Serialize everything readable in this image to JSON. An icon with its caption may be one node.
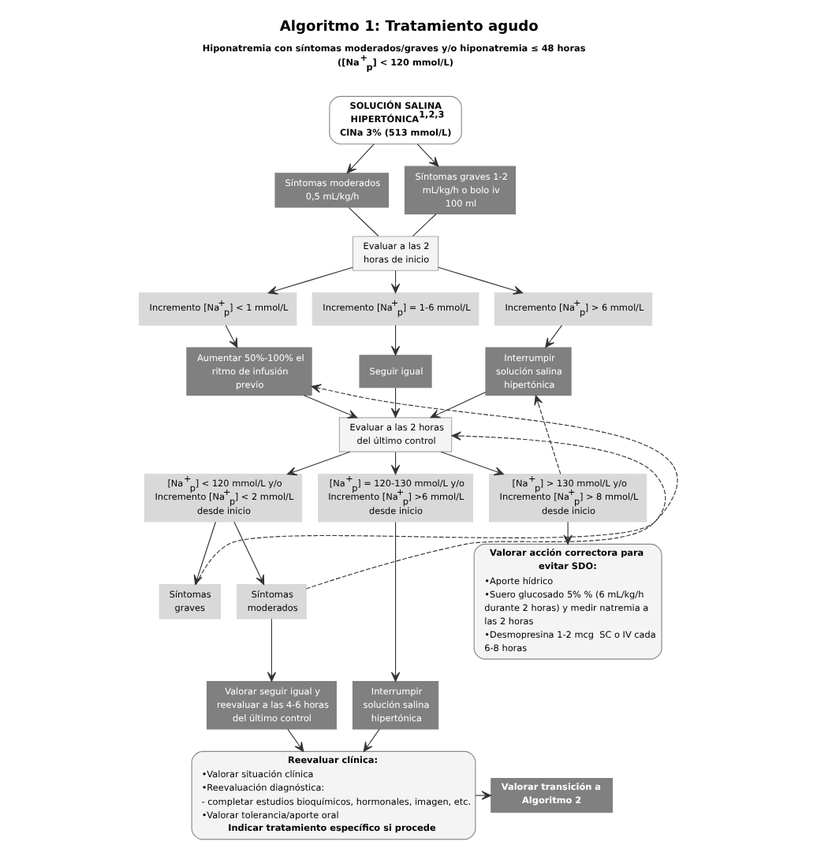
{
  "diagram": {
    "title": "Algoritmo 1: Tratamiento agudo",
    "nodes": [
      {
        "text": [
          "SOLUCIÓN SALINA HIPERTÓNICA$^{1,2,3}$ ClNa 3% (513 mmol/L)"
        ]
      },
      {
        "text": [
          "Síntomas moderados 0,5 mL/kg/h"
        ]
      },
      {
        "text": [
          "Síntomas graves 1-2 mL/kg/h o bolo iv 100 ml"
        ]
      },
      {
        "text": [
          "Evaluar a las 2 horas de inicio"
        ]
      },
      {
        "text": [
          "Incremento [Na$^{+}$$_{p}$] < 1 mmol/L"
        ]
      },
      {
        "text": [
          "Incremento [Na$^{+}$$_{p}$] = 1-6 mmol/L"
        ]
      },
      {
        "text": [
          "Incremento [Na$^{+}$$_{p}$] > 6 mmol/L"
        ]
      },
      {
        "text": [
          "Aumentar 50%-100% el ritmo de infusión previo"
        ]
      },
      {
        "text": [
          "Seguir igual"
        ]
      },
      {
        "text": [
          "Interrumpir solución salina hipertónica"
        ]
      },
      {
        "text": [
          "Evaluar a las 2 horas del último control"
        ]
      },
      {
        "text": [
          "[Na$^{+}$$_{p}$] < 120 mmol/L y/o Incremento [Na$^{+}$$_{p}$] < 2 mmol/L desde inicio"
        ]
      },
      {
        "text": [
          "[Na$^{+}$$_{p}$] = 120-130 mmol/L y/o Incremento [Na$^{+}$$_{p}$] >6 mmol/L desde inicio"
        ]
      },
      {
        "text": [
          "[Na$^{+}$$_{p}$] > 130 mmol/L y/o Incremento [Na$^{+}$$_{p}$] > 8 mmol/L desde inicio"
        ]
      },
      {
        "text": [
          "Síntomas graves"
        ]
      },
      {
        "text": [
          "Síntomas moderados"
        ]
      },
      {
        "text": [
          "Valorar acción correctora para evitar SDO:",
          "•Aporte hídrico",
          "•Suero glucosado 5% % (6 mL/kg/h durante 2 horas) y medir natremia a las 2 horas",
          "•Desmopresina 1-2 mcg  SC o IV cada 6-8 horas"
        ]
      },
      {
        "text": [
          "Valorar seguir igual y reevaluar a las 4-6 horas del último control"
        ]
      },
      {
        "text": [
          "Interrumpir solución salina hipertónica"
        ]
      },
      {
        "text": [
          "Reevaluar clínica:",
          "•Valorar situación clínica",
          "•Reevaluación diagnóstica:",
          "- completar estudios bioquímicos, hormonales, imagen, etc.",
          "•Valorar tolerancia/aporte oral",
          "Indicar tratamiento específico si procede"
        ]
      },
      {
        "text": [
          "Valorar transición a Algoritmo 2"
        ]
      }
    ],
    "edges": [
      {
        "from": 0,
        "to": 1,
        "arrow": "to"
      },
      {
        "from": 0,
        "to": 2,
        "arrow": "to"
      },
      {
        "from": 1,
        "to": 3,
        "arrow": "none"
      },
      {
        "from": 2,
        "to": 3,
        "arrow": "none"
      },
      {
        "from": 3,
        "to": 4,
        "arrow": "to"
      },
      {
        "from": 3,
        "to": 5,
        "arrow": "to"
      },
      {
        "from": 3,
        "to": 6,
        "arrow": "to"
      },
      {
        "from": 4,
        "to": 7,
        "arrow": "to"
      },
      {
        "from": 5,
        "to": 8,
        "arrow": "to"
      },
      {
        "from": 6,
        "to": 9,
        "arrow": "to"
      },
      {
        "from": 7,
        "to": 10,
        "arrow": "to"
      },
      {
        "from": 8,
        "to": 10,
        "arrow": "to"
      },
      {
        "from": 9,
        "to": 10,
        "arrow": "to"
      },
      {
        "from": 10,
        "to": 11,
        "arrow": "to"
      },
      {
        "from": 10,
        "to": 12,
        "arrow": "to"
      },
      {
        "from": 10,
        "to": 13,
        "arrow": "to"
      },
      {
        "from": 11,
        "to": 14,
        "arrow": "to"
      },
      {
        "from": 11,
        "to": 15,
        "arrow": "to"
      },
      {
        "from": 14,
        "to": 7,
        "arrow": "to",
        "style": "dashed"
      },
      {
        "from": 15,
        "to": 10,
        "arrow": "to",
        "style": "dashed"
      },
      {
        "from": 13,
        "to": 9,
        "arrow": "to",
        "style": "dashed"
      },
      {
        "from": 13,
        "to": 16,
        "arrow": "to"
      },
      {
        "from": 15,
        "to": 17,
        "arrow": "to"
      },
      {
        "from": 12,
        "to": 18,
        "arrow": "to"
      },
      {
        "from": 17,
        "to": 19,
        "arrow": "to"
      },
      {
        "from": 18,
        "to": 19,
        "arrow": "to"
      },
      {
        "from": 19,
        "to": 20,
        "arrow": "to"
      }
    ],
    "labels": [
      "Hiponatremia con síntomas moderados/graves y/o hiponatremia ≤ 48 horas",
      "([Na$^{+}$$_{p}$] < 120 mmol/L)"
    ]
  }
}
